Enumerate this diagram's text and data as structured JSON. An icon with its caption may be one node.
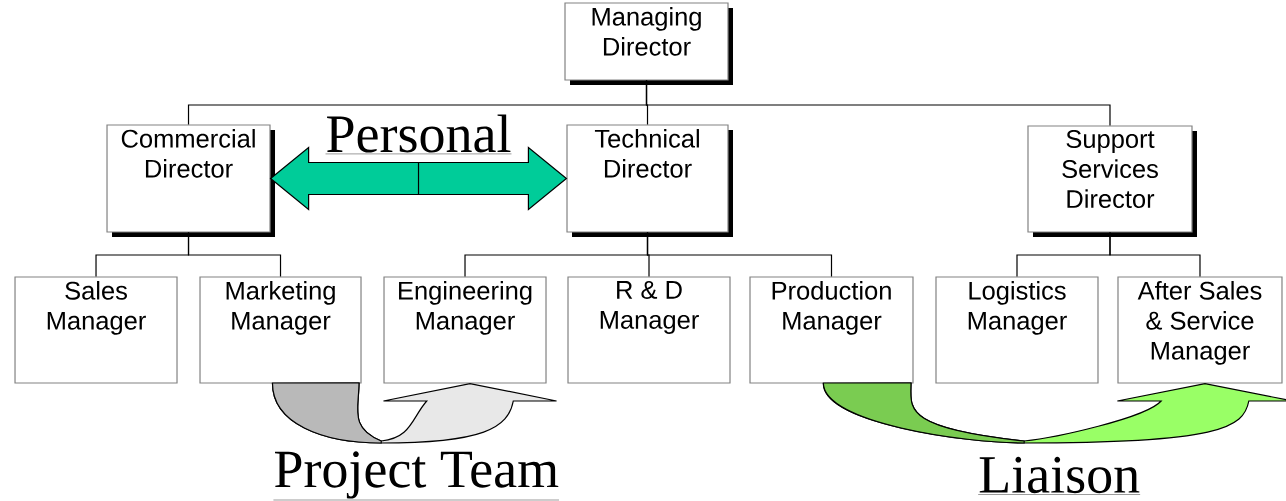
{
  "diagram": {
    "nodes": [
      {
        "text": [
          "Managing Director"
        ]
      },
      {
        "text": [
          "Commercial Director"
        ]
      },
      {
        "text": [
          "Technical Director"
        ]
      },
      {
        "text": [
          "Support Services Director"
        ]
      },
      {
        "text": [
          "Sales Manager"
        ]
      },
      {
        "text": [
          "Marketing Manager"
        ]
      },
      {
        "text": [
          "Engineering Manager"
        ]
      },
      {
        "text": [
          "R & D Manager"
        ]
      },
      {
        "text": [
          "Production Manager"
        ]
      },
      {
        "text": [
          "Logistics Manager"
        ]
      },
      {
        "text": [
          "After Sales & Service Manager"
        ]
      }
    ],
    "edges": [
      {
        "from": 0,
        "to": 1,
        "arrow": "none"
      },
      {
        "from": 0,
        "to": 2,
        "arrow": "none"
      },
      {
        "from": 0,
        "to": 3,
        "arrow": "none"
      },
      {
        "from": 1,
        "to": 4,
        "arrow": "none"
      },
      {
        "from": 1,
        "to": 5,
        "arrow": "none"
      },
      {
        "from": 2,
        "to": 6,
        "arrow": "none"
      },
      {
        "from": 2,
        "to": 7,
        "arrow": "none"
      },
      {
        "from": 2,
        "to": 8,
        "arrow": "none"
      },
      {
        "from": 3,
        "to": 9,
        "arrow": "none"
      },
      {
        "from": 3,
        "to": 10,
        "arrow": "none"
      },
      {
        "from": 1,
        "to": 2,
        "arrow": "both",
        "label": "Personal",
        "style": "thick",
        "color": "#00cc99"
      },
      {
        "from": 5,
        "to": 6,
        "arrow": "to",
        "label": "Project Team",
        "style": "thick",
        "color": "#e8e8e8"
      },
      {
        "from": 8,
        "to": 10,
        "arrow": "to",
        "label": "Liaison",
        "style": "thick",
        "color": "#99ff66"
      }
    ]
  }
}
